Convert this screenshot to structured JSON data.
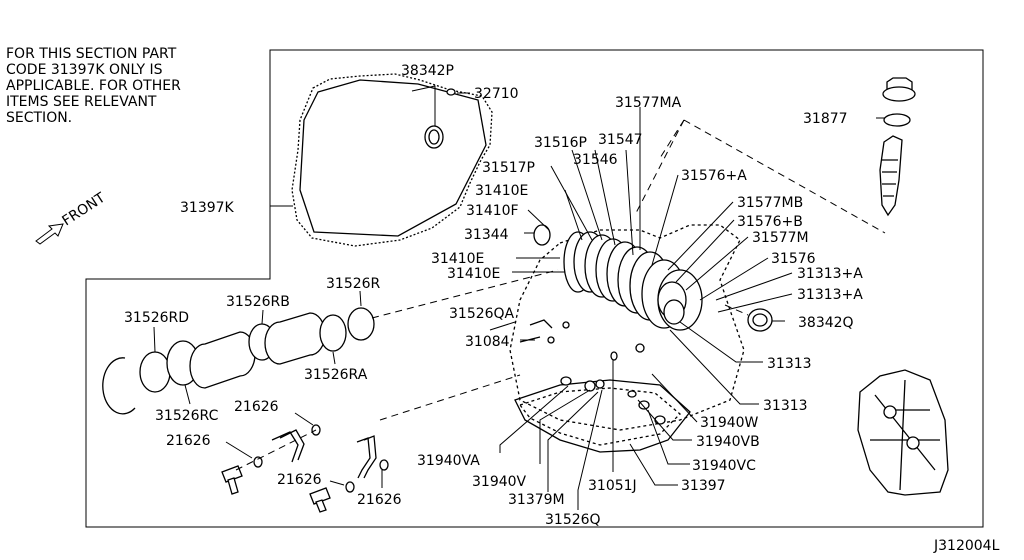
{
  "note_lines": [
    "FOR THIS SECTION PART",
    "CODE 31397K ONLY IS",
    "APPLICABLE. FOR OTHER",
    "ITEMS SEE RELEVANT",
    "SECTION."
  ],
  "front_label": "FRONT",
  "diagram_code": "J312004L",
  "callouts": {
    "c38342P": "38342P",
    "c32710": "32710",
    "c31577MA": "31577MA",
    "c31877": "31877",
    "c31516P": "31516P",
    "c31547": "31547",
    "c31517P": "31517P",
    "c31546": "31546",
    "c31576A": "31576+A",
    "c31410E_1": "31410E",
    "c31577MB": "31577MB",
    "c31410F": "31410F",
    "c31576B": "31576+B",
    "c31344": "31344",
    "c31577M": "31577M",
    "c31410E_2": "31410E",
    "c31576": "31576",
    "c31410E_3": "31410E",
    "c31313A_1": "31313+A",
    "c31313A_2": "31313+A",
    "c31397K": "31397K",
    "c31526R": "31526R",
    "c31526RD": "31526RD",
    "c31526RB": "31526RB",
    "c31526QA": "31526QA",
    "c38342Q": "38342Q",
    "c31084": "31084",
    "c31313_1": "31313",
    "c31526RA": "31526RA",
    "c31313_2": "31313",
    "c31526RC": "31526RC",
    "c21626_1": "21626",
    "c31940W": "31940W",
    "c21626_2": "21626",
    "c31940VB": "31940VB",
    "c31940VA": "31940VA",
    "c31940VC": "31940VC",
    "c21626_3": "21626",
    "c31940V": "31940V",
    "c31051J": "31051J",
    "c31397": "31397",
    "c21626_4": "21626",
    "c31379M": "31379M",
    "c31526Q": "31526Q"
  }
}
